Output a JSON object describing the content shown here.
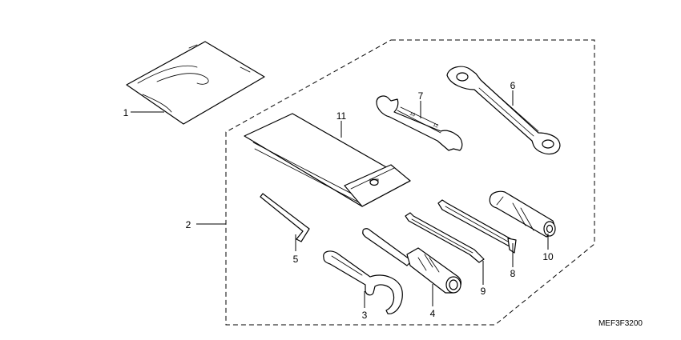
{
  "diagram_code": "MEF3F3200",
  "callouts": [
    "1",
    "2",
    "3",
    "4",
    "5",
    "6",
    "7",
    "8",
    "9",
    "10",
    "11"
  ]
}
